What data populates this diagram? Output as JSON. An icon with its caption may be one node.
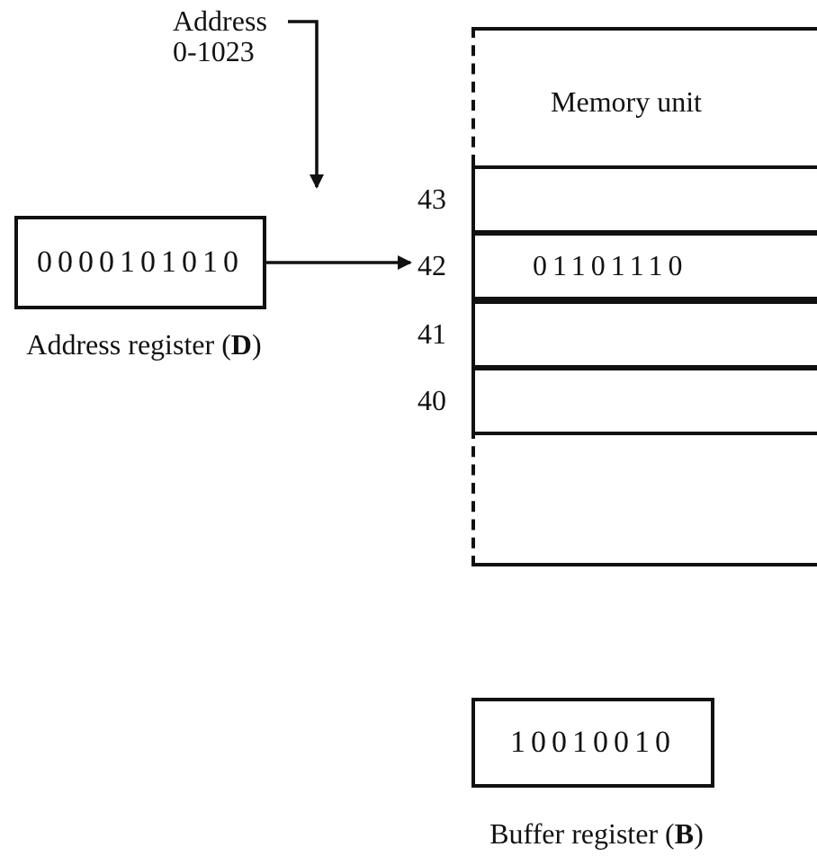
{
  "diagram": {
    "nodes": [
      {
        "text": [
          "Address 0-1023"
        ]
      },
      {
        "text": [
          "0000101010"
        ],
        "beside": [
          "Address register (**D**)"
        ]
      },
      {
        "text": [
          "Memory unit"
        ]
      },
      {
        "text": [],
        "shape": "box",
        "in": 2,
        "beside": [
          "43"
        ]
      },
      {
        "text": [
          "01101110"
        ],
        "in": 2,
        "beside": [
          "42"
        ]
      },
      {
        "text": [],
        "shape": "box",
        "in": 2,
        "beside": [
          "41"
        ]
      },
      {
        "text": [],
        "shape": "box",
        "in": 2,
        "beside": [
          "40"
        ]
      },
      {
        "text": [
          "10010010"
        ],
        "beside": [
          "Buffer register (**B**)"
        ]
      }
    ],
    "edges": [
      {
        "from": 0,
        "to": null,
        "arrow": "to"
      },
      {
        "from": 1,
        "to": 4,
        "arrow": "to"
      }
    ]
  }
}
